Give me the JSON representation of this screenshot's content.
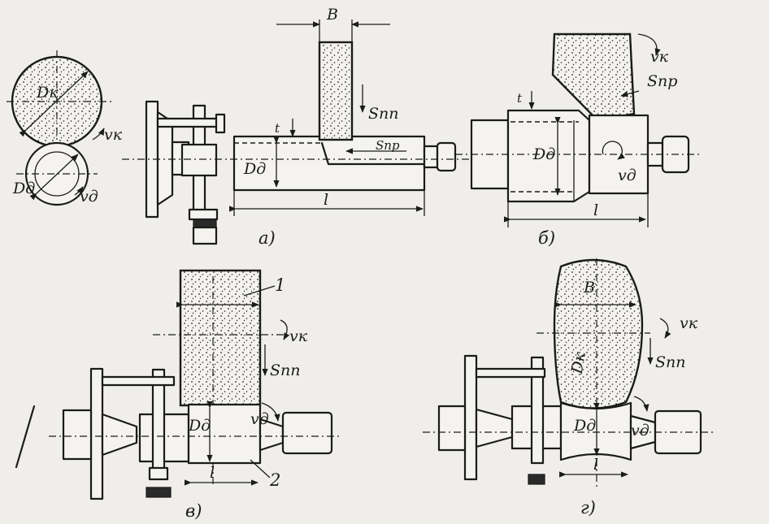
{
  "labels": {
    "wheel_diameter_top": "Dк",
    "wheel_speed": "vк",
    "part_diameter": "Dд",
    "part_speed": "vд",
    "wheel_width": "B",
    "plunge_feed": "Sпп",
    "depth": "t",
    "longitudinal_feed": "Sпр",
    "length": "l",
    "feed_pr_b": "Sпр",
    "callout_1": "1",
    "callout_2": "2"
  },
  "captions": {
    "a": "а)",
    "b": "б)",
    "v": "в)",
    "g": "г)"
  }
}
